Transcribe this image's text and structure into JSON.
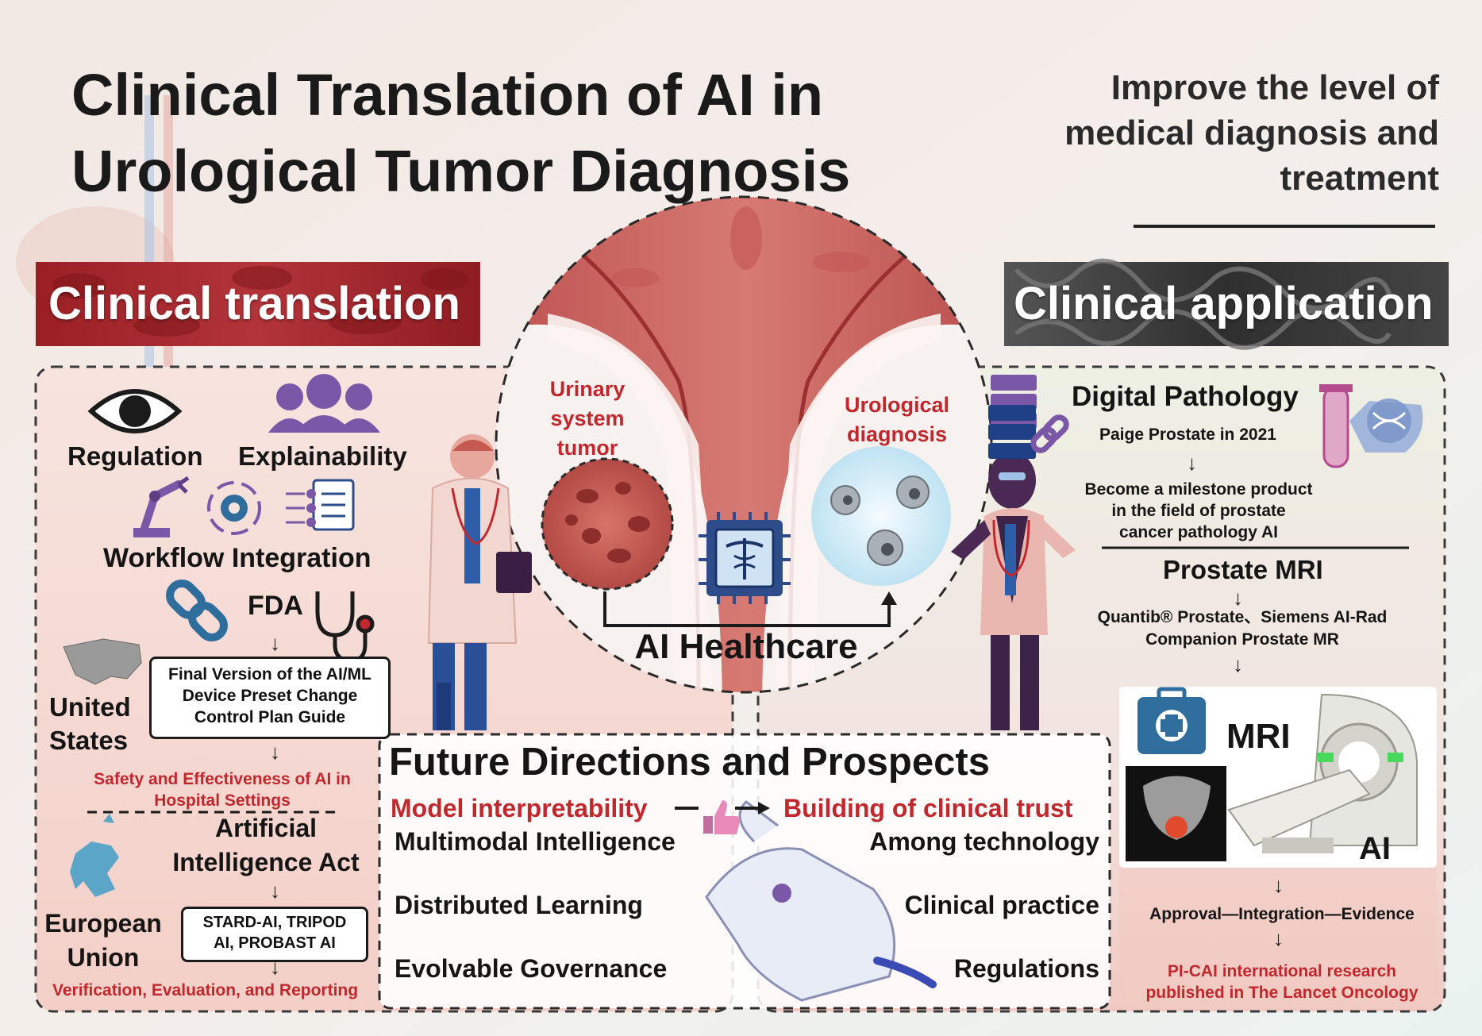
{
  "header": {
    "title_line1": "Clinical Translation of AI in",
    "title_line2": "Urological Tumor Diagnosis",
    "subtitle_line1": "Improve the level of",
    "subtitle_line2": "medical diagnosis and",
    "subtitle_line3": "treatment"
  },
  "colors": {
    "accent_red": "#c0282d",
    "left_banner": "#a8262b",
    "right_banner": "#3b3b3b",
    "panel_left": "#f6d8d2",
    "panel_right": "#eef0e6",
    "icon_purple": "#7b57a8"
  },
  "left_panel": {
    "banner": "Clinical translation",
    "regulation": "Regulation",
    "explainability": "Explainability",
    "workflow": "Workflow Integration",
    "fda": "FDA",
    "us_line1": "United",
    "us_line2": "States",
    "fda_box": [
      "Final Version of the AI/ML",
      "Device Preset Change",
      "Control Plan Guide"
    ],
    "safety_line1": "Safety and Effectiveness of AI in",
    "safety_line2": "Hospital Settings",
    "aia_line1": "Artificial",
    "aia_line2": "Intelligence Act",
    "eu_line1": "European",
    "eu_line2": "Union",
    "stard_box": [
      "STARD-AI, TRIPOD",
      "AI, PROBAST AI"
    ],
    "verification": "Verification, Evaluation, and Reporting",
    "icons": [
      "eye-icon",
      "people-group-icon",
      "robot-arm-icon",
      "gear-cycle-icon",
      "checklist-icon",
      "chain-link-icon",
      "stethoscope-icon",
      "us-map-icon",
      "eu-map-icon"
    ]
  },
  "center": {
    "urinary_line1": "Urinary",
    "urinary_line2": "system",
    "urinary_line3": "tumor",
    "uro_line1": "Urological",
    "uro_line2": "diagnosis",
    "ai_healthcare": "AI Healthcare",
    "icons": [
      "tumor-tissue-icon",
      "ai-chip-caduceus-icon",
      "cells-icon",
      "doctor-icon",
      "robot-doctor-icon"
    ]
  },
  "future": {
    "title": "Future Directions and Prospects",
    "model_interp": "Model interpretability",
    "clinical_trust": "Building of clinical trust",
    "left_items": [
      "Multimodal Intelligence",
      "Distributed Learning",
      "Evolvable Governance"
    ],
    "right_items": [
      "Among technology",
      "Clinical practice",
      "Regulations"
    ],
    "icons": [
      "thumbs-up-icon",
      "robot-hand-icon"
    ]
  },
  "right_panel": {
    "banner": "Clinical application",
    "digital_pathology": "Digital Pathology",
    "paige": "Paige Prostate in 2021",
    "milestone_line1": "Become a milestone product",
    "milestone_line2": "in the field of prostate",
    "milestone_line3": "cancer pathology AI",
    "prostate_mri": "Prostate MRI",
    "quantib_line1": "Quantib® Prostate、Siemens AI-Rad",
    "quantib_line2": "Companion Prostate MR",
    "mri": "MRI",
    "ai": "AI",
    "approval": "Approval—Integration—Evidence",
    "picai_line1": "PI-CAI international research",
    "picai_line2": "published in The Lancet Oncology",
    "icons": [
      "server-stack-icon",
      "test-tube-dna-icon",
      "medical-kit-icon",
      "mri-scanner-icon",
      "bladder-scan-icon"
    ]
  }
}
